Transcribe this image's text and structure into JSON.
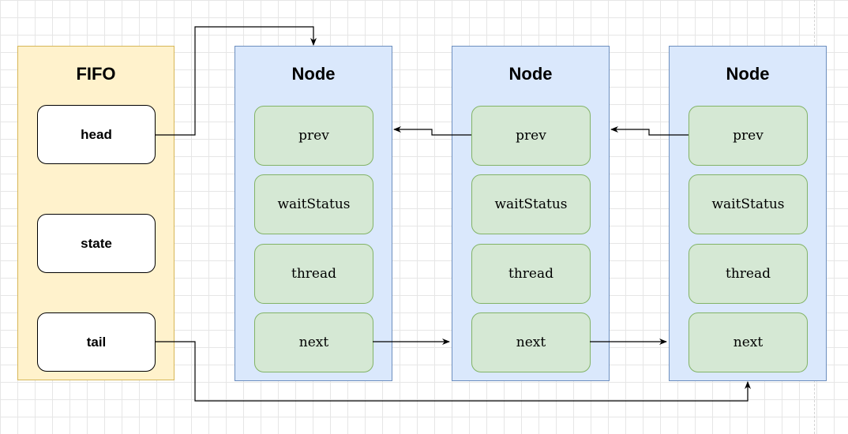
{
  "fifo": {
    "title": "FIFO",
    "fields": [
      "head",
      "state",
      "tail"
    ]
  },
  "nodes": [
    {
      "title": "Node",
      "fields": [
        "prev",
        "waitStatus",
        "thread",
        "next"
      ]
    },
    {
      "title": "Node",
      "fields": [
        "prev",
        "waitStatus",
        "thread",
        "next"
      ]
    },
    {
      "title": "Node",
      "fields": [
        "prev",
        "waitStatus",
        "thread",
        "next"
      ]
    }
  ],
  "colors": {
    "fifo_fill": "#fff2cc",
    "fifo_stroke": "#d6b656",
    "node_fill": "#dae8fc",
    "node_stroke": "#6c8ebf",
    "field_fill": "#d5e8d4",
    "field_stroke": "#82b366"
  }
}
